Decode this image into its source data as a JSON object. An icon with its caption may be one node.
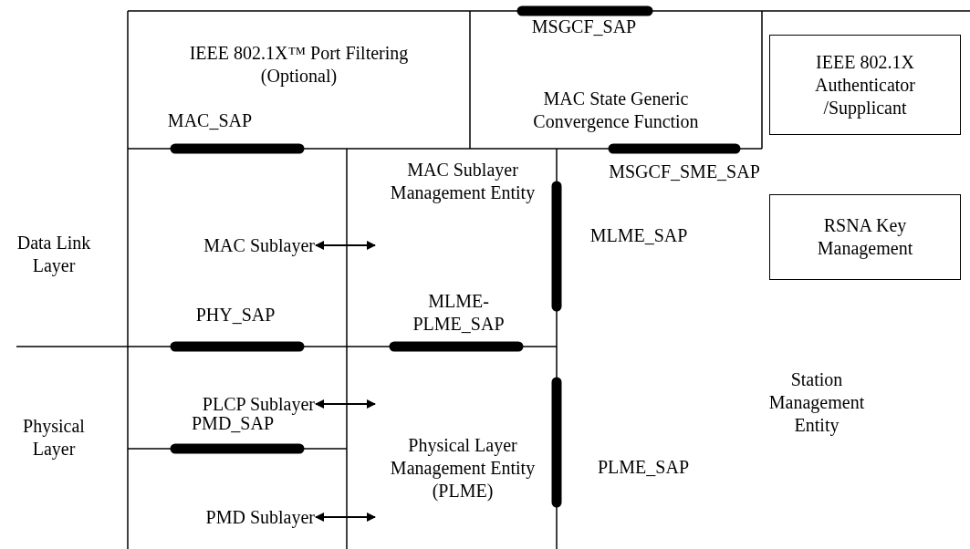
{
  "diagram": {
    "nodes": [
      {
        "text": [
          "IEEE 802.1X™ Port Filtering (Optional)"
        ]
      },
      {
        "text": [
          "MAC State Generic Convergence Function"
        ]
      },
      {
        "text": [
          "IEEE 802.1X Authenticator /Supplicant"
        ]
      },
      {
        "text": [
          "MAC Sublayer"
        ]
      },
      {
        "text": [
          "MAC Sublayer Management Entity"
        ]
      },
      {
        "text": [
          "RSNA Key Management"
        ]
      },
      {
        "text": [
          "PLCP Sublayer"
        ]
      },
      {
        "text": [
          "Physical Layer Management Entity (PLME)"
        ]
      },
      {
        "text": [
          "PMD Sublayer"
        ]
      }
    ],
    "edges": [
      {
        "from": 3,
        "to": 4,
        "arrow": "both"
      },
      {
        "from": 6,
        "to": 7,
        "arrow": "both"
      },
      {
        "from": 8,
        "to": 7,
        "arrow": "both"
      }
    ],
    "labels": [
      "MSGCF_SAP",
      "MAC_SAP",
      "MSGCF_SME_SAP",
      "MLME_SAP",
      "Data Link Layer",
      "MLME-PLME_SAP",
      "PHY_SAP",
      "Station Management Entity",
      "Physical Layer",
      "PMD_SAP",
      "PLME_SAP"
    ]
  }
}
